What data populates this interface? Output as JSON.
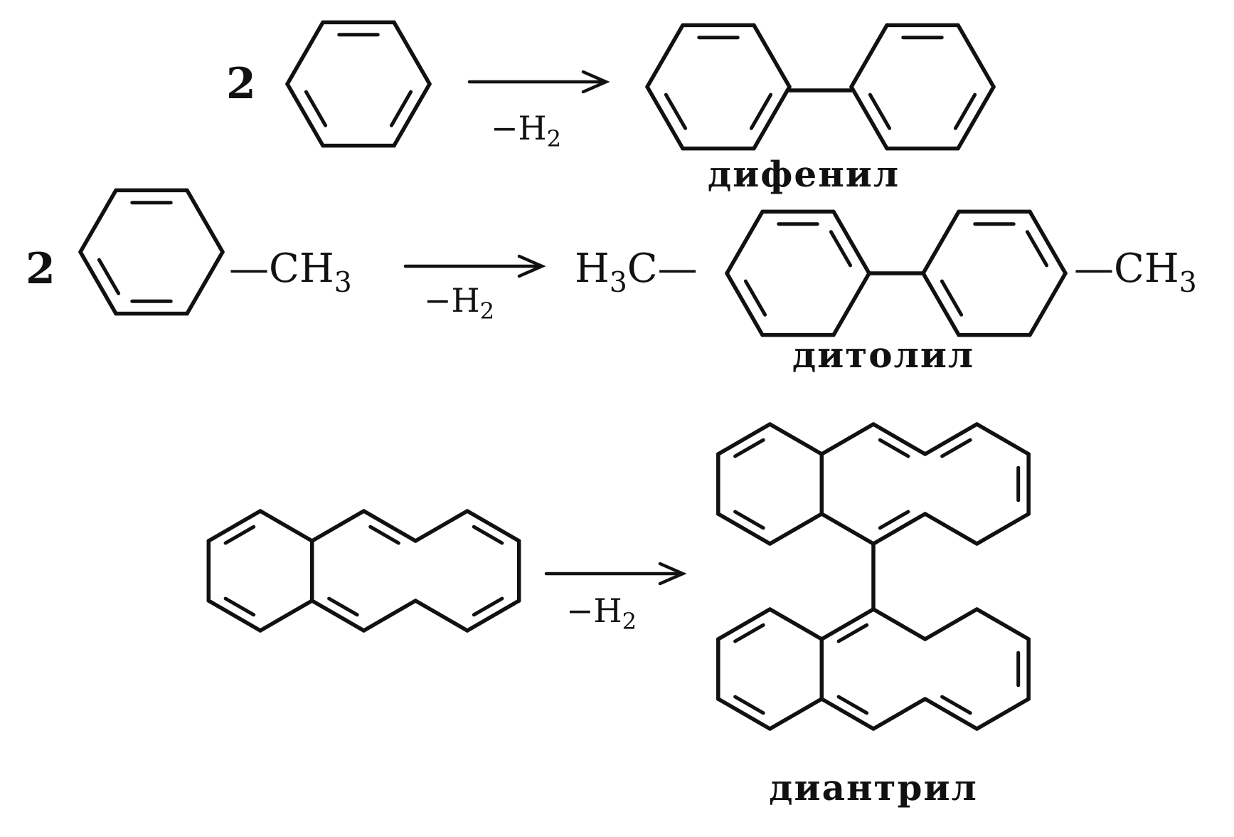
{
  "reactions": [
    {
      "coefficient": "2",
      "reactant_suffix": "",
      "condition": {
        "minus": "−H",
        "subscript": "2"
      },
      "product_prefix": "",
      "product_suffix": "",
      "product_name": "дифенил"
    },
    {
      "coefficient": "2",
      "reactant_suffix": {
        "main": "—CH",
        "subscript": "3"
      },
      "condition": {
        "minus": "−H",
        "subscript": "2"
      },
      "product_prefix": {
        "main": "H",
        "subscript": "3",
        "tail": "C—"
      },
      "product_suffix": {
        "main": "—CH",
        "subscript": "3"
      },
      "product_name": "дитолил"
    },
    {
      "coefficient": "",
      "reactant_suffix": "",
      "condition": {
        "minus": "−H",
        "subscript": "2"
      },
      "product_prefix": "",
      "product_suffix": "",
      "product_name": "диантрил"
    }
  ]
}
